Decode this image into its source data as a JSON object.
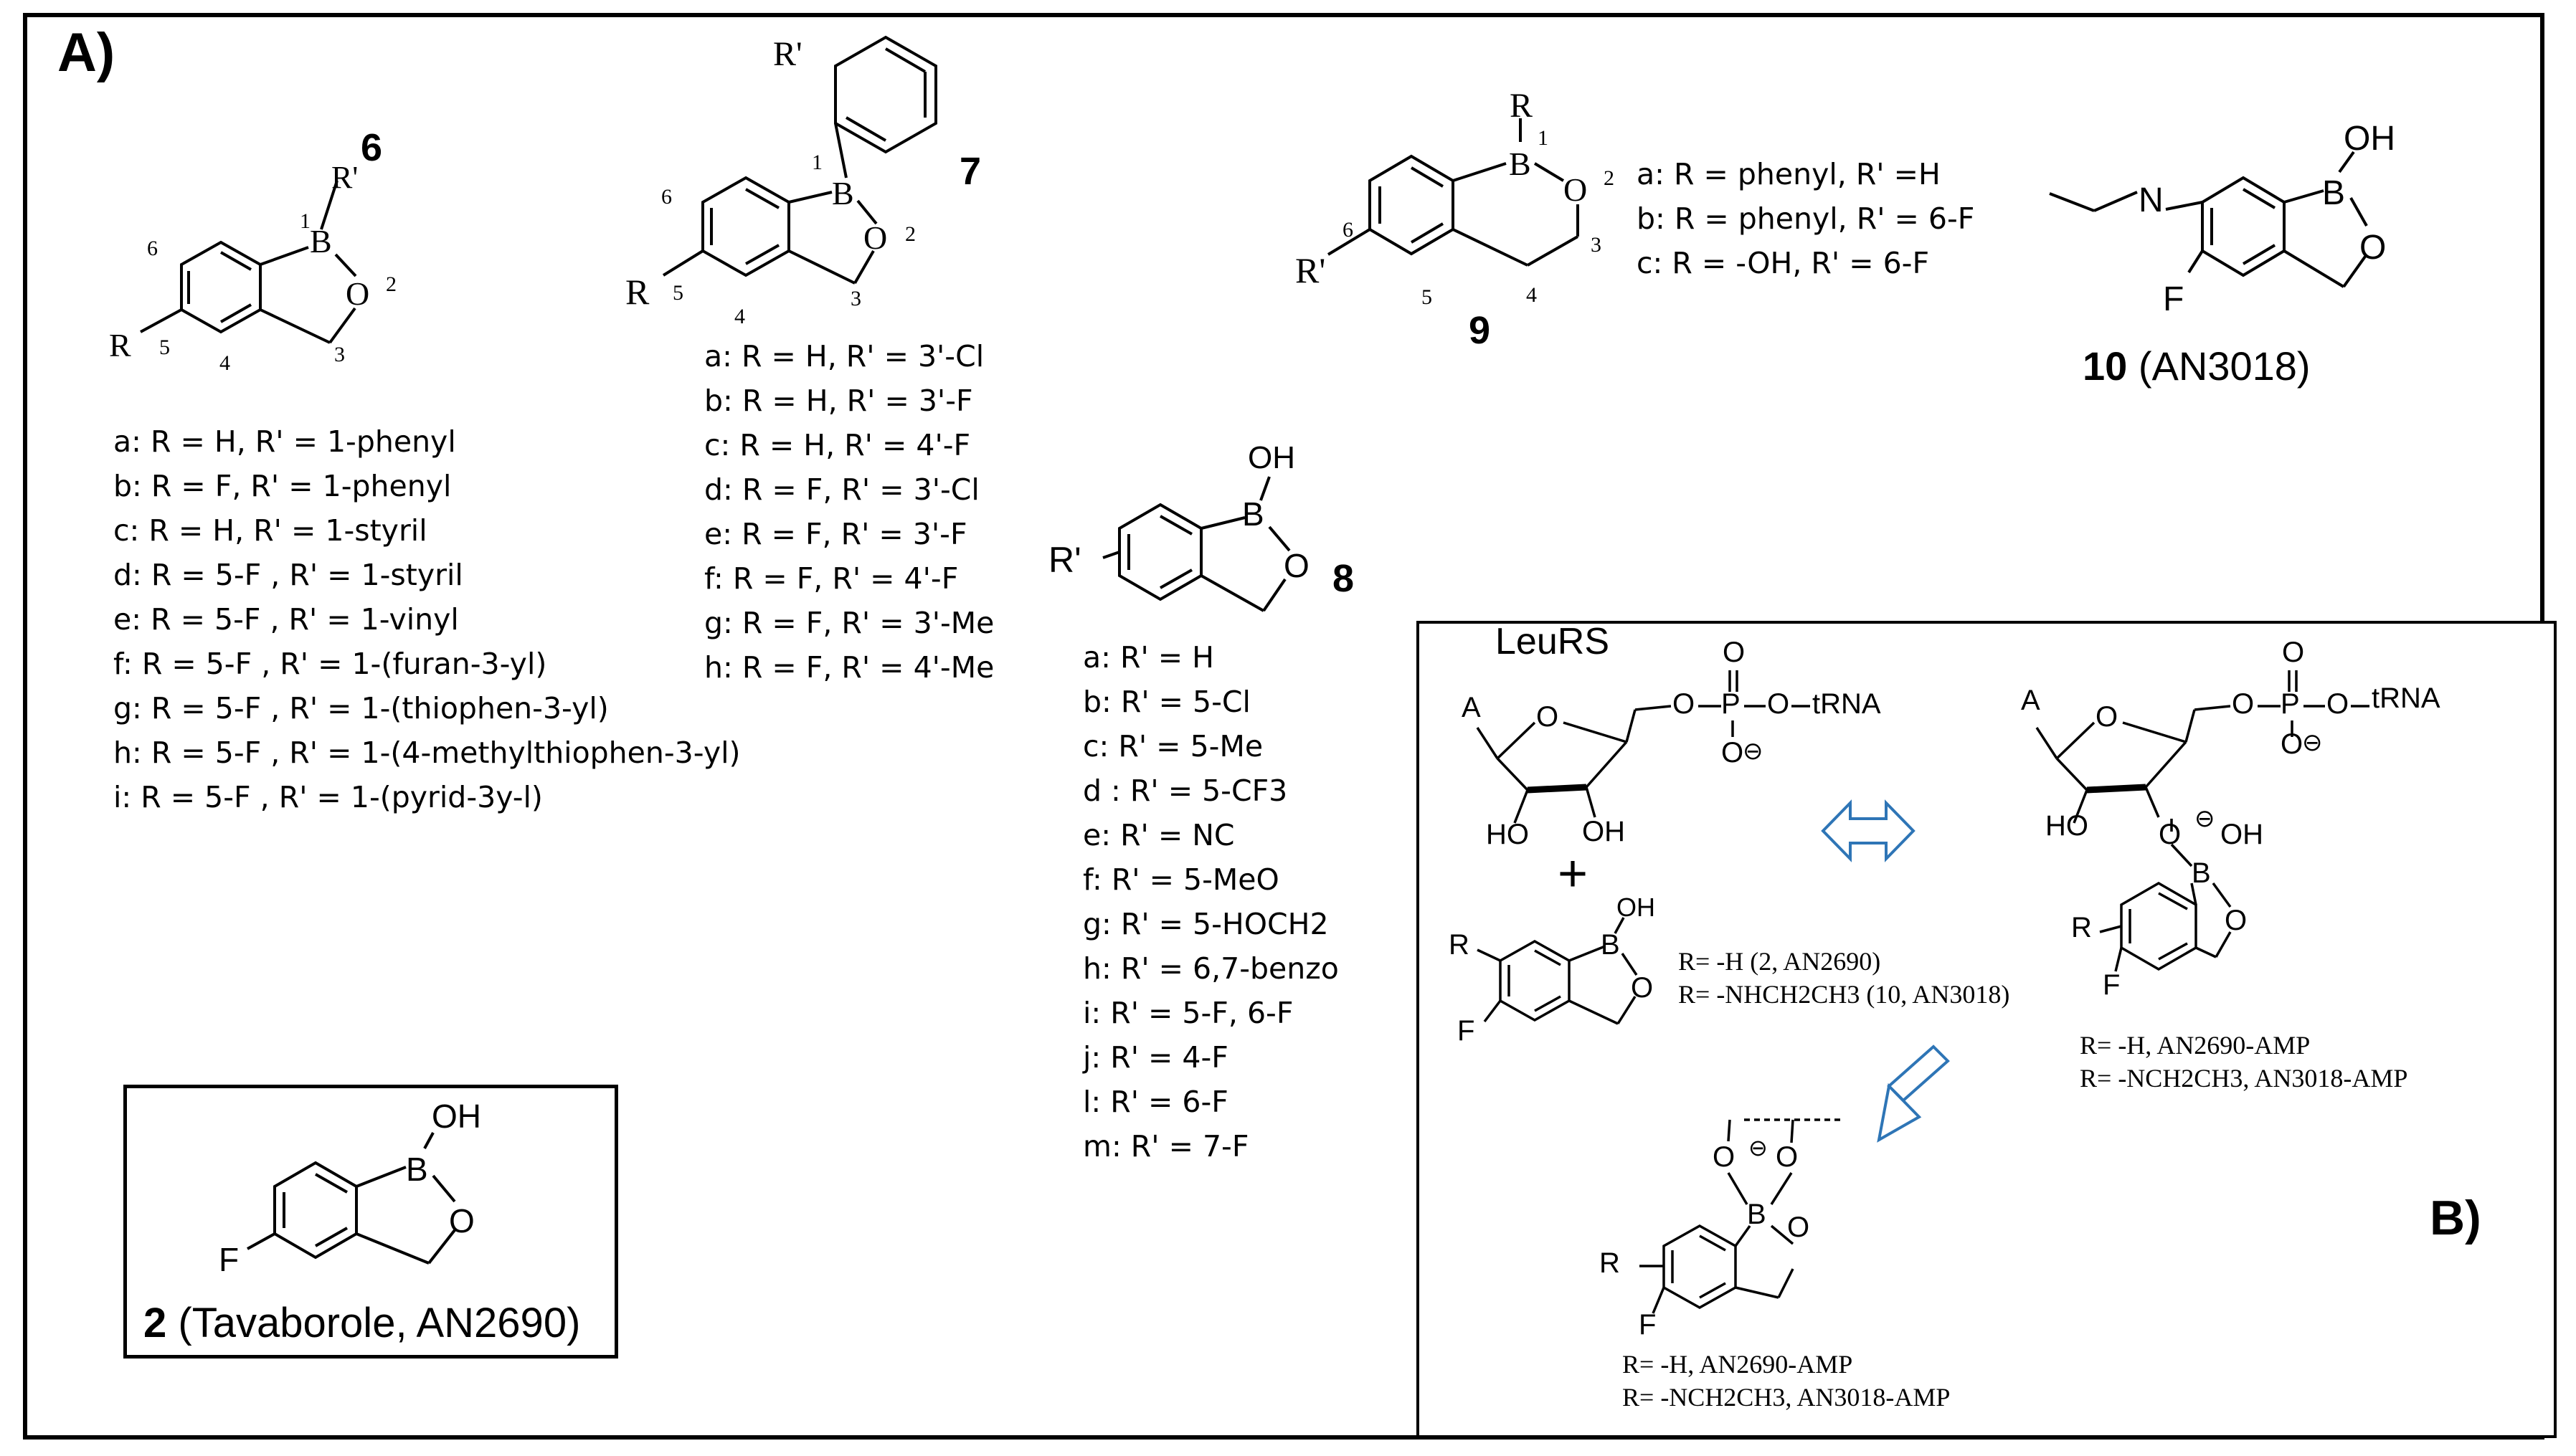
{
  "panel_labels": {
    "a": "A)",
    "b": "B)"
  },
  "compound6": {
    "number": "6",
    "atoms": {
      "B": "B",
      "O": "O",
      "R": "R",
      "R_prime": "R'"
    },
    "ring_numbers": [
      "1",
      "2",
      "3",
      "4",
      "5",
      "6"
    ],
    "variants": [
      "a: R = H, R' = 1-phenyl",
      "b: R = F, R' = 1-phenyl",
      "c: R = H, R' = 1-styril",
      "d: R = 5-F , R' = 1-styril",
      "e: R = 5-F , R' = 1-vinyl",
      "f: R = 5-F , R' = 1-(furan-3-yl)",
      "g: R = 5-F , R' = 1-(thiophen-3-yl)",
      "h: R = 5-F , R' = 1-(4-methylthiophen-3-yl)",
      "i: R = 5-F , R' = 1-(pyrid-3y-l)"
    ]
  },
  "compound7": {
    "number": "7",
    "atoms": {
      "B": "B",
      "O": "O",
      "R": "R",
      "R_prime": "R'"
    },
    "ring_numbers": [
      "1",
      "2",
      "3",
      "4",
      "5",
      "6"
    ],
    "variants": [
      "a: R = H, R' = 3'-Cl",
      "b: R = H, R' = 3'-F",
      "c: R = H, R' = 4'-F",
      "d: R = F, R' = 3'-Cl",
      "e: R = F, R' = 3'-F",
      "f: R = F, R' = 4'-F",
      "g: R = F, R' = 3'-Me",
      "h: R = F, R' = 4'-Me"
    ]
  },
  "compound8": {
    "number": "8",
    "atoms": {
      "OH": "OH",
      "B": "B",
      "O": "O",
      "R_prime": "R'"
    },
    "variants": [
      "a: R' = H",
      "b: R' = 5-Cl",
      "c: R' = 5-Me",
      "d : R' = 5-CF3",
      "e: R' = NC",
      "f: R' = 5-MeO",
      "g: R' = 5-HOCH2",
      "h: R' = 6,7-benzo",
      "i: R' = 5-F, 6-F",
      "j: R' = 4-F",
      "l: R' = 6-F",
      "m: R' = 7-F"
    ]
  },
  "compound9": {
    "number": "9",
    "atoms": {
      "R": "R",
      "B": "B",
      "O": "O",
      "R_prime": "R'"
    },
    "ring_numbers": [
      "1",
      "2",
      "3",
      "4",
      "5",
      "6"
    ],
    "variants": [
      "a: R = phenyl, R' =H",
      "b: R = phenyl, R' = 6-F",
      "c: R = -OH, R' = 6-F"
    ]
  },
  "compound10": {
    "number": "10",
    "name": "(AN3018)",
    "atoms": {
      "N": "N",
      "F": "F",
      "B": "B",
      "O": "O",
      "OH": "OH"
    }
  },
  "compound2": {
    "number": "2",
    "name": "(Tavaborole, AN2690)",
    "atoms": {
      "OH": "OH",
      "B": "B",
      "O": "O",
      "F": "F"
    }
  },
  "panelB": {
    "enzyme": "LeuRS",
    "plus": "+",
    "atoms": {
      "A": "A",
      "O": "O",
      "P": "P",
      "tRNA": "tRNA",
      "HO": "HO",
      "OH": "OH",
      "B": "B",
      "R": "R",
      "F": "F",
      "charge": "⊖"
    },
    "reagent_r_lines": [
      "R= -H (2, AN2690)",
      "R= -NHCH2CH3 (10, AN3018)"
    ],
    "product_r_lines": [
      "R= -H, AN2690-AMP",
      "R= -NCH2CH3,  AN3018-AMP"
    ],
    "final_r_lines": [
      "R= -H, AN2690-AMP",
      "R= -NCH2CH3,  AN3018-AMP"
    ]
  },
  "colors": {
    "line": "#000000",
    "arrow": "#2e75b6"
  }
}
